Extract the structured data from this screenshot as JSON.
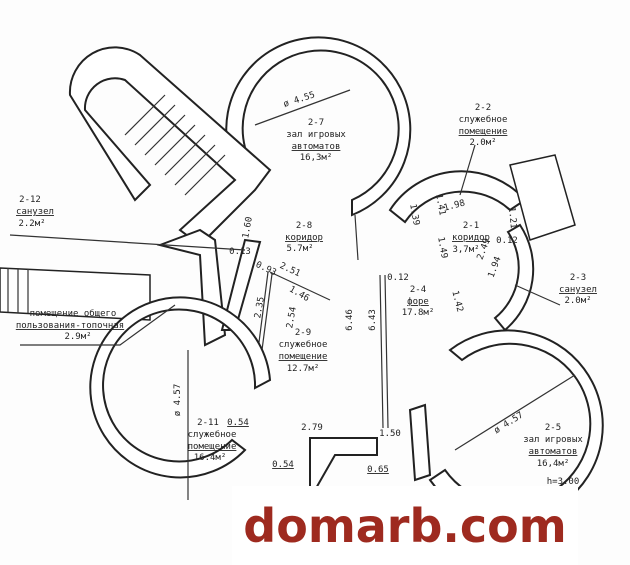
{
  "rooms": {
    "r27": {
      "id": "2-7",
      "name": "зал игровых",
      "name2": "автоматов",
      "area": "16,3м²",
      "diameter": "ø 4.55"
    },
    "r22": {
      "id": "2-2",
      "name": "служебное",
      "name2": "помещение",
      "area": "2.0м²"
    },
    "r21": {
      "id": "2-1",
      "name": "коридор",
      "area": "3,7м²"
    },
    "r23": {
      "id": "2-3",
      "name": "санузел",
      "area": "2.0м²"
    },
    "r24": {
      "id": "2-4",
      "name": "форе",
      "area": "17.8м²"
    },
    "r25": {
      "id": "2-5",
      "name": "зал игровых",
      "name2": "автоматов",
      "area": "16,4м²",
      "height": "h=3.00",
      "diameter": "ø 4.57"
    },
    "r211": {
      "id": "2-11",
      "name": "служебное",
      "name2": "помещение",
      "area": "16.4м²",
      "diameter": "ø 4.57"
    },
    "r29": {
      "id": "2-9",
      "name": "служебное",
      "name2": "помещение",
      "area": "12.7м²"
    },
    "r28": {
      "id": "2-8",
      "name": "коридор",
      "area": "5.7м²"
    },
    "r212": {
      "id": "2-12",
      "name": "санузел",
      "area": "2.2м²"
    },
    "rtop": {
      "name": "помещение общего",
      "name2": "пользования-топочная",
      "area": "2.9м²"
    }
  },
  "dims": [
    "1.60",
    "0.13",
    "0.93",
    "2.51",
    "1.46",
    "2.35",
    "2.54",
    "6.46",
    "6.43",
    "0.12",
    "1.39",
    "1.41",
    "1.98",
    "1.21",
    "1.49",
    "2.49",
    "0.12",
    "1.94",
    "1.42",
    "2.79",
    "1.50",
    "0.54",
    "0.54",
    "0.65"
  ],
  "watermark": "domarb.com"
}
